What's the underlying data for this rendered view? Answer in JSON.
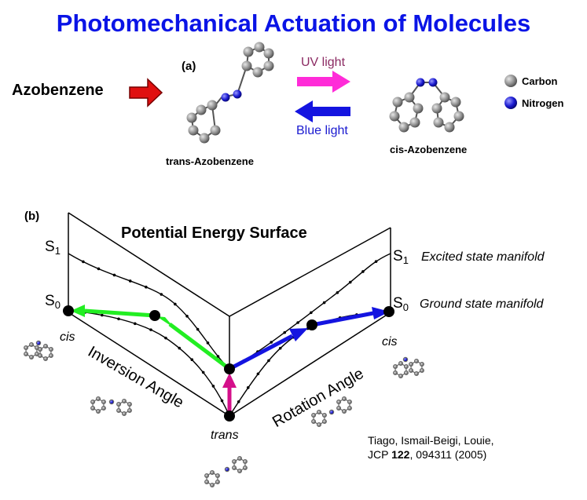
{
  "title": "Photomechanical Actuation of Molecules",
  "panel_a": {
    "label": "(a)",
    "molecule_name": "Azobenzene",
    "forward_arrow": "UV light",
    "backward_arrow": "Blue light",
    "trans_label": "trans-Azobenzene",
    "cis_label": "cis-Azobenzene",
    "legend": [
      {
        "name": "Carbon",
        "color": "#8a8a8a"
      },
      {
        "name": "Nitrogen",
        "color": "#1a1ad0"
      }
    ],
    "colors": {
      "uv_arrow": "#ff2bd8",
      "blue_arrow": "#1414e0",
      "pointer_arrow": "#e01010"
    }
  },
  "panel_b": {
    "label": "(b)",
    "heading": "Potential Energy Surface",
    "s1_left": {
      "main": "S",
      "sub": "1"
    },
    "s0_left": {
      "main": "S",
      "sub": "0"
    },
    "s1_right": {
      "main": "S",
      "sub": "1"
    },
    "s0_right": {
      "main": "S",
      "sub": "0"
    },
    "excited_label": "Excited state manifold",
    "ground_label": "Ground state manifold",
    "left_axis": "Inversion Angle",
    "right_axis": "Rotation Angle",
    "cis_left": "cis",
    "cis_right": "cis",
    "trans": "trans",
    "colors": {
      "green_path": "#22ee22",
      "blue_path": "#1414e0",
      "excitation": "#d4108a"
    }
  },
  "citation": {
    "line1": "Tiago, Ismail-Beigi, Louie,",
    "line2_pre": "JCP ",
    "line2_bold": "122",
    "line2_post": ", 094311 (2005)"
  }
}
